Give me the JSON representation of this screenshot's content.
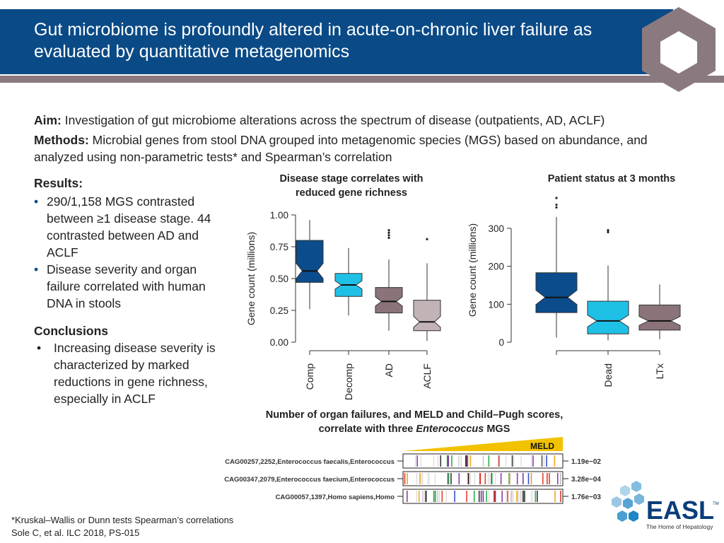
{
  "header": {
    "title": "Gut microbiome is profoundly altered in acute-on-chronic liver failure as evaluated by quantitative metagenomics"
  },
  "aim": {
    "label": "Aim:",
    "text": "Investigation of gut microbiome alterations across the spectrum of disease (outpatients, AD, ACLF)"
  },
  "methods": {
    "label": "Methods:",
    "text": "Microbial genes from stool DNA grouped into metagenomic species (MGS) based on abundance, and analyzed using non-parametric tests* and Spearman’s correlation"
  },
  "results": {
    "header": "Results:",
    "items": [
      "290/1,158 MGS contrasted between ≥1 disease stage. 44 contrasted between AD and ACLF",
      "Disease severity and organ failure correlated with human DNA in stools"
    ]
  },
  "conclusions": {
    "header": "Conclusions",
    "items": [
      "Increasing disease severity is characterized by marked reductions in gene richness, especially in ACLF"
    ]
  },
  "bullet": "•",
  "chart_data": [
    {
      "type": "boxplot",
      "title": "Disease stage correlates with reduced gene richness",
      "ylabel": "Gene count (millions)",
      "ylim": [
        0,
        1.0
      ],
      "yticks": [
        "0.00",
        "0.25",
        "0.50",
        "0.75",
        "1.00"
      ],
      "categories": [
        "Comp",
        "Decomp",
        "AD",
        "ACLF"
      ],
      "colors": [
        "#0b4c8c",
        "#1fc0e6",
        "#8a7379",
        "#c2b3b7"
      ],
      "boxes": [
        {
          "min": 0.26,
          "q1": 0.47,
          "median": 0.56,
          "q3": 0.8,
          "max": 0.96,
          "outliers": []
        },
        {
          "min": 0.21,
          "q1": 0.36,
          "median": 0.45,
          "q3": 0.54,
          "max": 0.74,
          "outliers": []
        },
        {
          "min": 0.09,
          "q1": 0.23,
          "median": 0.32,
          "q3": 0.43,
          "max": 0.65,
          "outliers": [
            0.82,
            0.84,
            0.86,
            0.88
          ]
        },
        {
          "min": 0.01,
          "q1": 0.09,
          "median": 0.16,
          "q3": 0.33,
          "max": 0.62,
          "outliers": [
            0.81
          ]
        }
      ]
    },
    {
      "type": "boxplot",
      "title": "Patient status at 3 months",
      "ylabel": "Gene count (millions)",
      "ylim": [
        0,
        380
      ],
      "yticks": [
        "0",
        "100",
        "200",
        "300"
      ],
      "categories": [
        "",
        "Dead",
        "LTx"
      ],
      "colors": [
        "#0b4c8c",
        "#1fc0e6",
        "#8a7379"
      ],
      "boxes": [
        {
          "min": 12,
          "q1": 78,
          "median": 118,
          "q3": 183,
          "max": 330,
          "outliers": [
            355,
            362,
            380
          ]
        },
        {
          "min": 5,
          "q1": 22,
          "median": 56,
          "q3": 108,
          "max": 202,
          "outliers": [
            290,
            295
          ]
        },
        {
          "min": 8,
          "q1": 32,
          "median": 56,
          "q3": 98,
          "max": 152,
          "outliers": []
        }
      ]
    }
  ],
  "mgs": {
    "title_prefix": "Number of organ failures, and MELD and Child–Pugh scores, correlate with three",
    "title_genus": "Enterococcus",
    "title_suffix": "MGS",
    "meld_label": "MELD",
    "rows": [
      {
        "name": "CAG00257,2252,Enterococcus faecalis,Enterococcus",
        "pvalue": "1.19e−02"
      },
      {
        "name": "CAG00347,2079,Enterococcus faecium,Enterococcus",
        "pvalue": "3.28e−04"
      },
      {
        "name": "CAG00057,1397,Homo sapiens,Homo",
        "pvalue": "1.76e−03"
      }
    ]
  },
  "footnote": {
    "line1": "*Kruskal–Wallis or Dunn tests Spearman’s correlations",
    "line2": "Sole C, et al. ILC 2018, PS-015"
  },
  "logo": {
    "name": "EASL",
    "tagline": "The Home of Hepatology",
    "tm": "TM"
  },
  "colors": {
    "header_blue": "#0a4a86",
    "header_gray": "#8a7a80",
    "meld_yellow": "#f2c200"
  }
}
